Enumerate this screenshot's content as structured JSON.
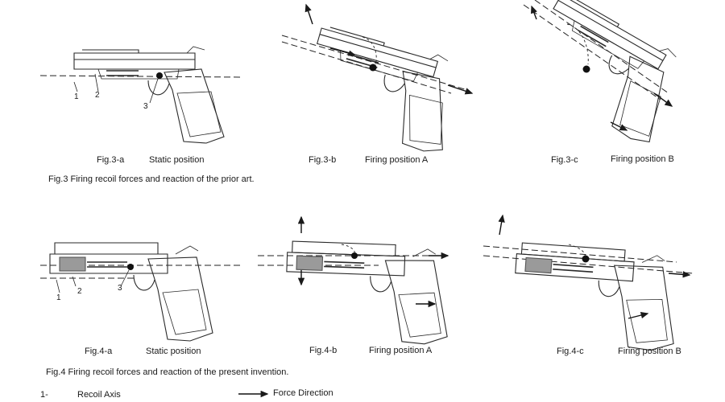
{
  "figures": [
    {
      "fig": "Fig.3-a",
      "state": "Static position"
    },
    {
      "fig": "Fig.3-b",
      "state": "Firing position A"
    },
    {
      "fig": "Fig.3-c",
      "state": "Firing position B"
    },
    {
      "fig": "Fig.4-a",
      "state": "Static position"
    },
    {
      "fig": "Fig.4-b",
      "state": "Firing position A"
    },
    {
      "fig": "Fig.4-c",
      "state": "Firing position B"
    }
  ],
  "captions": {
    "fig3": "Fig.3 Firing recoil forces and reaction of the prior art.",
    "fig4": "Fig.4 Firing recoil forces and reaction of the present invention."
  },
  "callouts": {
    "one": "1",
    "two": "2",
    "three": "3"
  },
  "legend": {
    "number": "1-",
    "recoil_axis": "Recoil Axis",
    "force_direction": "Force Direction"
  }
}
